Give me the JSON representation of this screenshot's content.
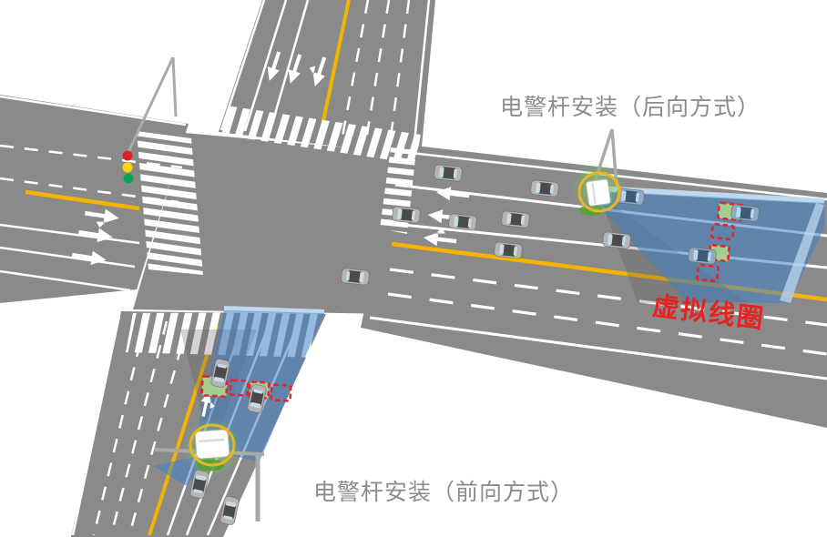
{
  "labels": {
    "rear_method": "电警杆安装（后向方式）",
    "front_method": "电警杆安装（前向方式）",
    "virtual_loop": "虚拟线圈"
  },
  "colors": {
    "road": "#8A8A8A",
    "marking_white": "#FFFFFF",
    "lane_yellow": "#F5B300",
    "zone_blue": "#3F7FC4",
    "zone_blue_light": "#C2DCF2",
    "loop_red": "#E8232C",
    "loop_green": "#A6D48E",
    "camera_ring_yellow": "#E9B61F",
    "glow_green": "#7EC855",
    "label_gray": "#8C8C8C",
    "label_red": "#E62222",
    "car_gray": "#B5B5B5",
    "car_blue": "#8FA9C6",
    "pole_gray": "#A9A9A9",
    "traffic_red": "#E31E24",
    "traffic_yellow": "#FFD500",
    "traffic_green": "#00A650"
  }
}
